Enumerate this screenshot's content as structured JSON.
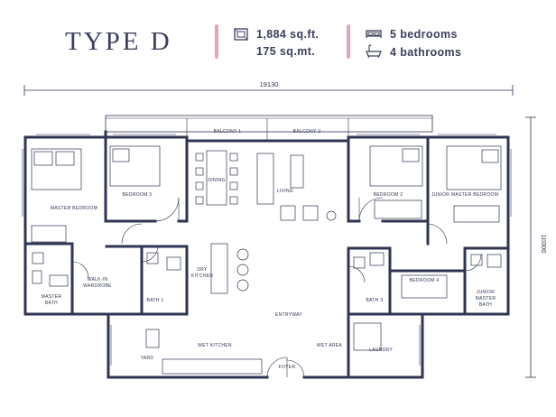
{
  "header": {
    "title": "TYPE D",
    "area_sqft": "1,884 sq.ft.",
    "area_sqm": "175 sq.mt.",
    "bedrooms": "5 bedrooms",
    "bathrooms": "4 bathrooms"
  },
  "icons": {
    "area": "area-icon",
    "bed": "bed-icon",
    "bath": "bath-icon"
  },
  "colors": {
    "accent": "#e7a3b8",
    "wall": "#2f3552",
    "text": "#3b3f5c"
  },
  "dimensions": {
    "width": "19130",
    "depth": "10300"
  },
  "rooms": {
    "balcony_1": "BALCONY 1",
    "balcony_2": "BALCONY 2",
    "dining": "DINING",
    "living": "LIVING",
    "master_bedroom": "MASTER BEDROOM",
    "bedroom_3": "BEDROOM 3",
    "bedroom_2": "BEDROOM 2",
    "junior_master_bedroom": "JUNIOR MASTER BEDROOM",
    "walk_in_1": "WALK-IN",
    "walk_in_2": "WARDROBE",
    "master_bath_1": "MASTER",
    "master_bath_2": "BATH",
    "bath_1": "BATH 1",
    "dry_kitchen_1": "DRY",
    "dry_kitchen_2": "KITCHEN",
    "entryway": "ENTRYWAY",
    "wet_kitchen": "WET KITCHEN",
    "yard": "YARD",
    "foyer": "FOYER",
    "wet_area": "WET AREA",
    "laundry": "LAUNDRY",
    "bath_3": "BATH 3",
    "bedroom_4": "BEDROOM 4",
    "junior_master_bath_1": "JUNIOR",
    "junior_master_bath_2": "MASTER",
    "junior_master_bath_3": "BATH"
  }
}
